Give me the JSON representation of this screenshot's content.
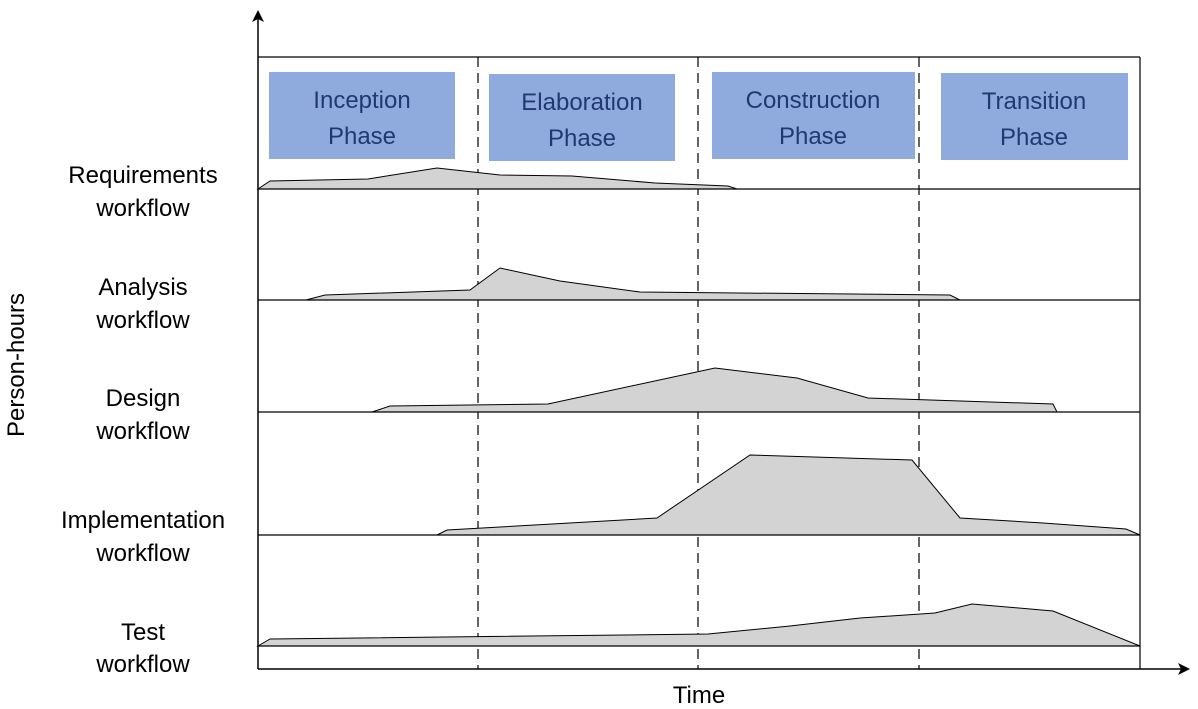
{
  "axes": {
    "x_label": "Time",
    "y_label": "Person-hours"
  },
  "phases": [
    {
      "line1": "Inception",
      "line2": "Phase"
    },
    {
      "line1": "Elaboration",
      "line2": "Phase"
    },
    {
      "line1": "Construction",
      "line2": "Phase"
    },
    {
      "line1": "Transition",
      "line2": "Phase"
    }
  ],
  "workflows": [
    {
      "line1": "Requirements",
      "line2": "workflow"
    },
    {
      "line1": "Analysis",
      "line2": "workflow"
    },
    {
      "line1": "Design",
      "line2": "workflow"
    },
    {
      "line1": "Implementation",
      "line2": "workflow"
    },
    {
      "line1": "Test",
      "line2": "workflow"
    }
  ],
  "colors": {
    "phase_box": "#8faadc",
    "phase_text": "#1f3a70",
    "area_fill": "#d3d3d3",
    "line": "#000000"
  }
}
